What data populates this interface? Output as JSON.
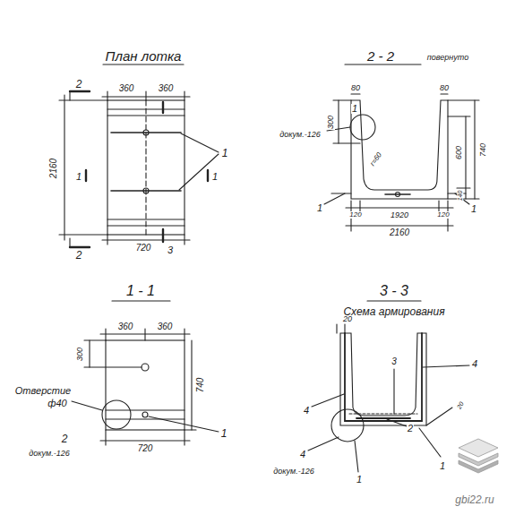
{
  "diagram": {
    "labels": [
      "План лотка",
      "2 - 2",
      "повернуто",
      "1 - 1",
      "3 - 3",
      "Схема армирования",
      "2",
      "360",
      "360",
      "2160",
      "1",
      "1",
      "1",
      "720",
      "3",
      "2",
      "1",
      "докум.-126",
      "80",
      "80",
      "300",
      "r=60",
      "600",
      "740",
      "140",
      "1",
      "120",
      "1920",
      "120",
      "1",
      "2160",
      "360",
      "360",
      "300",
      "740",
      "Отверстие",
      "ф40",
      "2",
      "докум.-126",
      "720",
      "1",
      "20",
      "4",
      "3",
      "4",
      "4",
      "докум.-126",
      "1",
      "2",
      "20",
      "1",
      "gbi22.ru"
    ]
  }
}
